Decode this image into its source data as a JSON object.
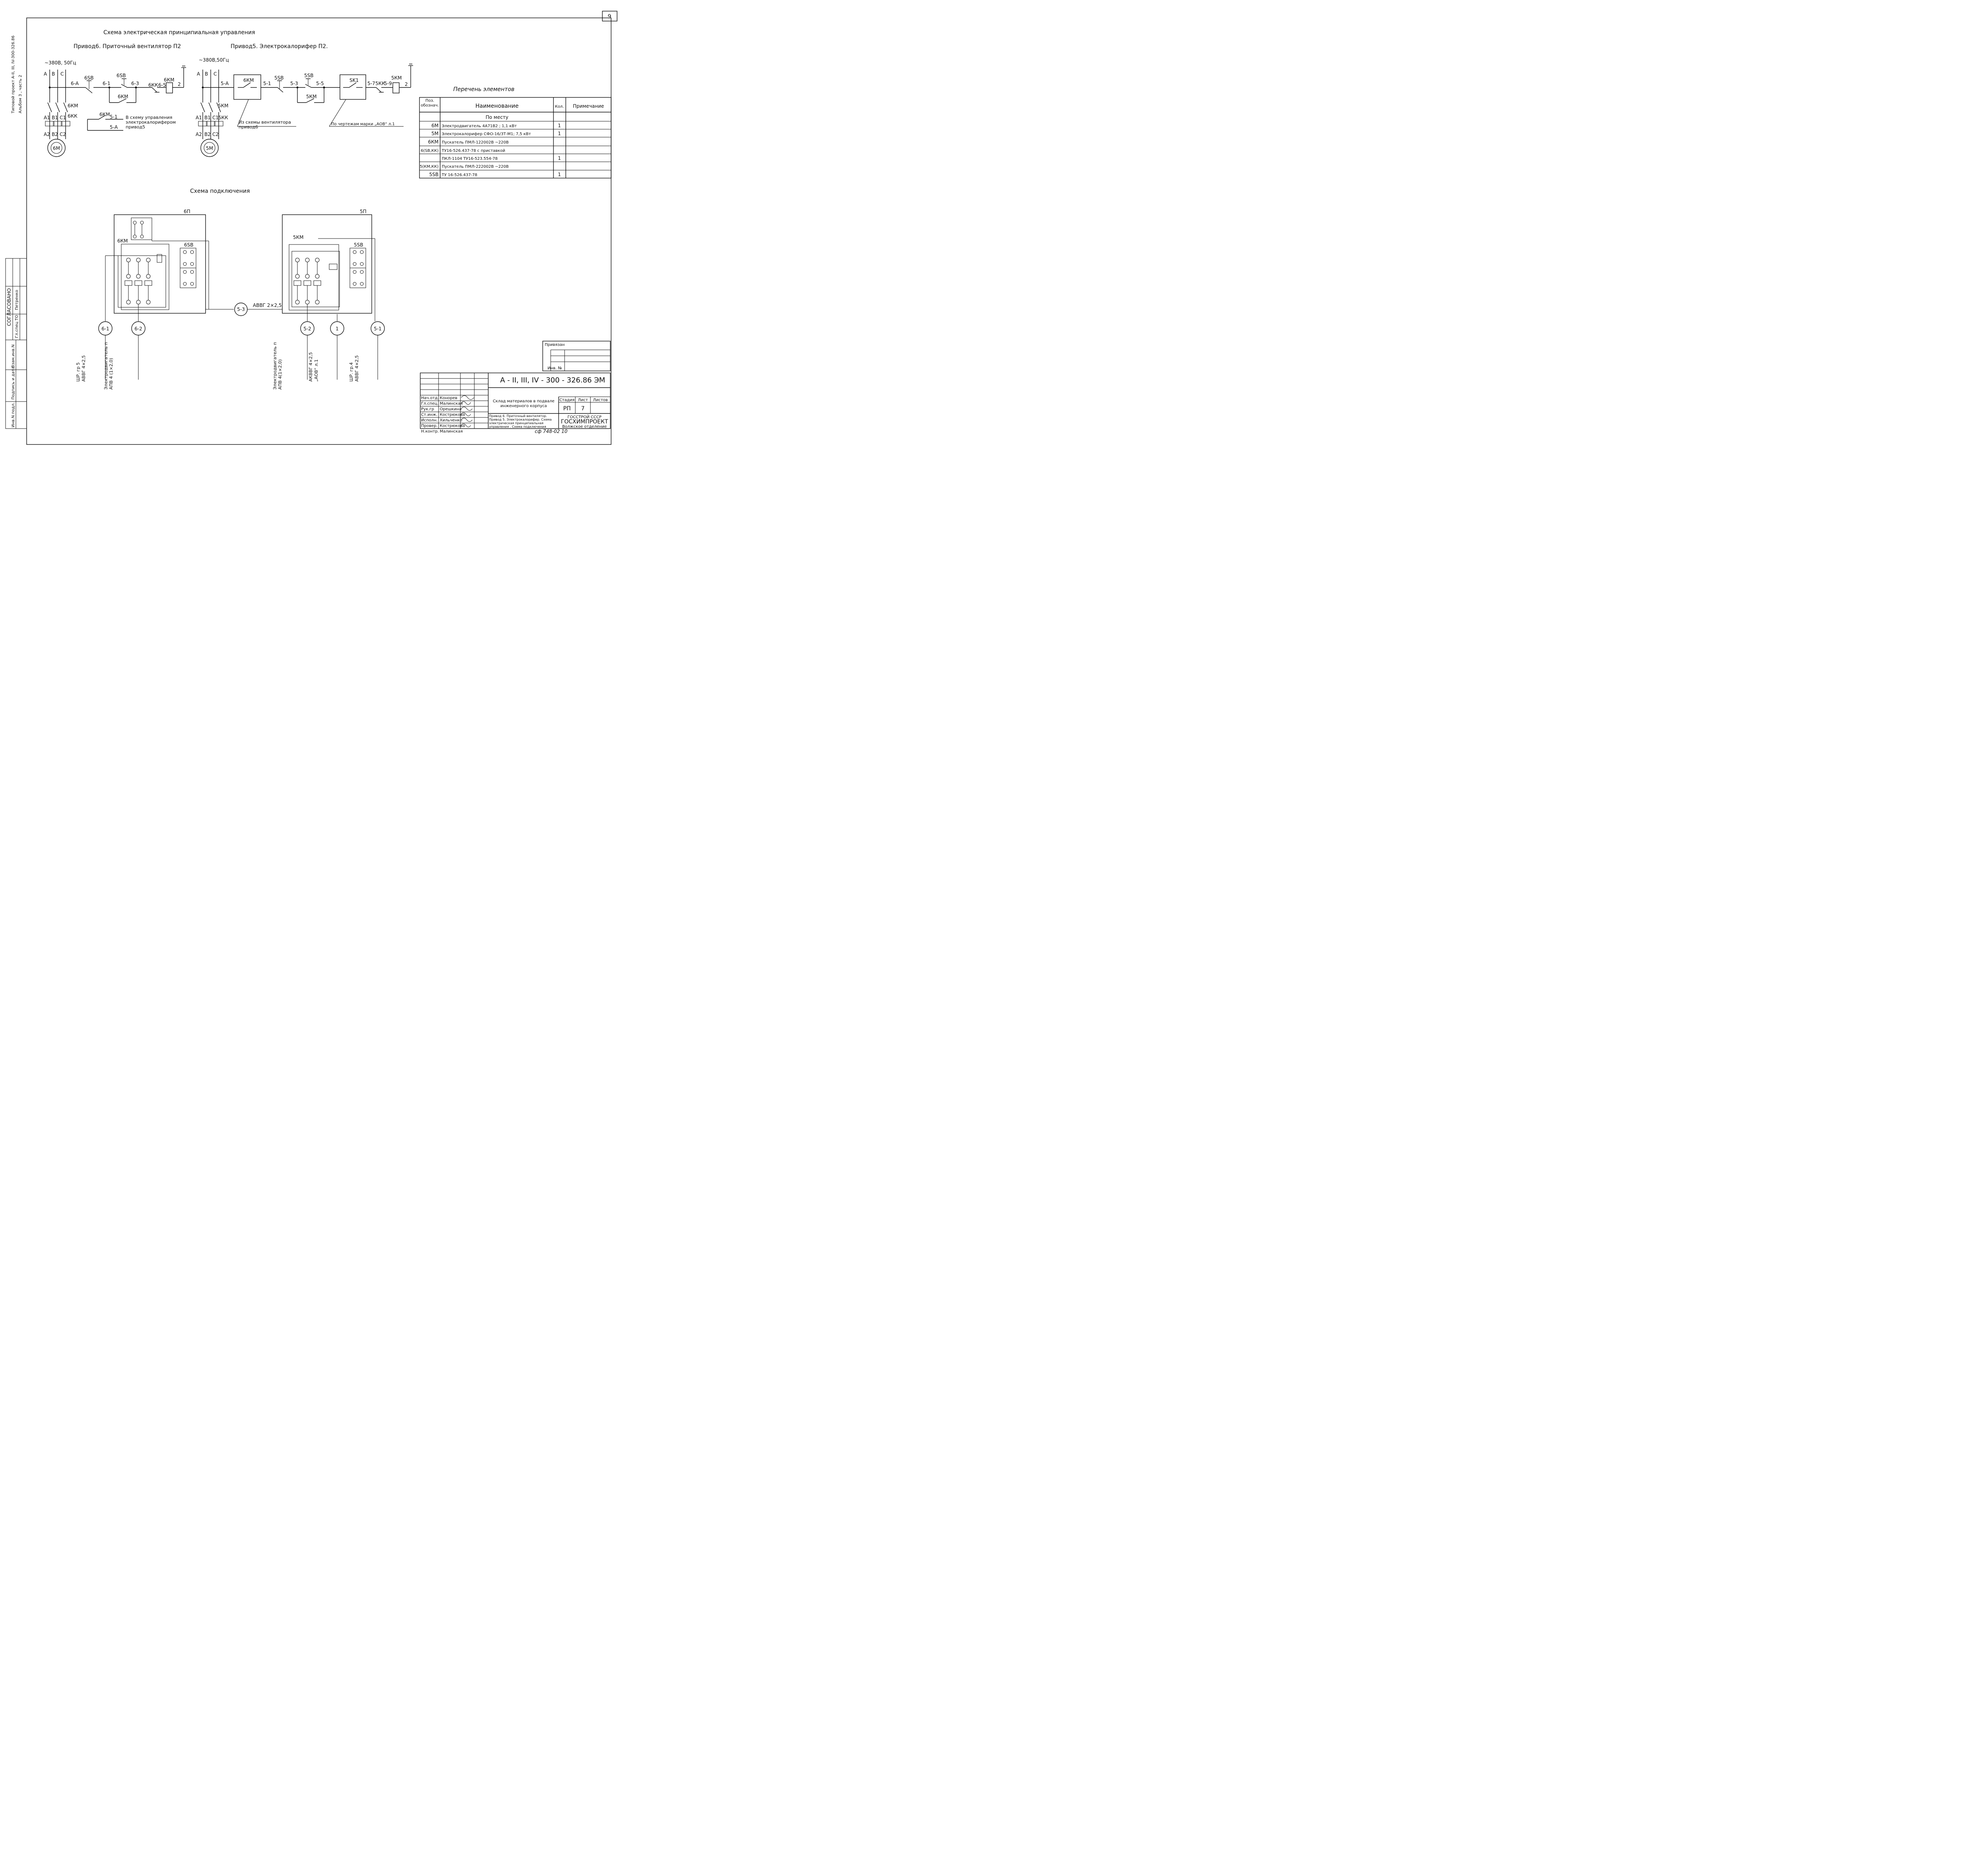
{
  "sheet_number": "9",
  "side_labels": {
    "project": "Типовой проект А-II, III, IV-300-326.86",
    "album": "Альбом 3 , часть 2"
  },
  "approval": {
    "title": "СОГЛАСОВАНО",
    "role": "Гл.спец ТО",
    "name": "Петренко"
  },
  "inv_labels": [
    "Инв.N подл.",
    "Подпись и дата",
    "Взам.инв.N"
  ],
  "schematic": {
    "title": "Схема   электрическая   принципиальная   управления",
    "drive6_title": "Привод6. Приточный вентилятор П2",
    "drive5_title": "Привод5. Электрокалорифер П2.",
    "supply6": "~380В, 50Гц",
    "supply5": "~380В,50Гц",
    "phases": [
      "A",
      "B",
      "C"
    ],
    "terminals_top": [
      "A1",
      "B1",
      "C1"
    ],
    "terminals_bottom": [
      "A2",
      "B2",
      "C2"
    ],
    "motor6": "6M",
    "motor5": "5M",
    "d6": {
      "node_6A": "6-A",
      "sb_6sb1": "6SB",
      "node_61": "6-1",
      "sb_6sb2": "6SB",
      "node_63": "6-3",
      "kk": "6КК",
      "node_65": "6-5",
      "coil": "6КМ",
      "node_2": "2",
      "hold": "6КМ",
      "km_contacts": "6КМ",
      "kk_contacts": "6КК",
      "ext_contact": "6КМ",
      "ext_51": "5-1",
      "ext_5A": "5-А",
      "note": "В схему управления электрокалорифером привод5"
    },
    "d5": {
      "node_5A": "5-А",
      "box_6km": "6КМ",
      "node_51": "5-1",
      "sb_5sb": "5SB",
      "node_53": "5-3",
      "sb_5sb2": "5SB",
      "node_55": "5-5",
      "hold": "5КМ",
      "box_sk1": "SK1",
      "node_57": "5-7",
      "kk": "5КК",
      "node_59": "5-9",
      "coil": "5КМ",
      "node_2": "2",
      "km_contacts": "5КМ",
      "kk_contacts": "5КК",
      "note1": "Из схемы вентилятора привод6",
      "note2": "По чертежам марки „АОВ“ л.1"
    }
  },
  "elements_table": {
    "title": "Перечень  элементов",
    "headers": [
      "Поз. обознач.",
      "Наименование",
      "Кол.",
      "Примечание"
    ],
    "rows": [
      {
        "pos": "",
        "name": "По  месту",
        "qty": "",
        "note": ""
      },
      {
        "pos": "6M",
        "name": "Электродвигатель 4А71В2 ; 1,1 кВт",
        "qty": "1",
        "note": ""
      },
      {
        "pos": "5M",
        "name": "Электрокалорифер  СФО-16/3Т-М1; 7,5 кВт",
        "qty": "1",
        "note": ""
      },
      {
        "pos": "6КМ",
        "name": "Пускатель ПМЛ-122002В    ~220В",
        "qty": "",
        "note": ""
      },
      {
        "pos": "6(SB,КК)",
        "name": "ТУ16-526.437-78    с приставкой",
        "qty": "",
        "note": ""
      },
      {
        "pos": "",
        "name": "ПКЛ-1104     ТУ16-523.554-78",
        "qty": "1",
        "note": ""
      },
      {
        "pos": "5(КМ,КК)",
        "name": "Пускатель ПМЛ-222002В     ~220В",
        "qty": "",
        "note": ""
      },
      {
        "pos": "5SB",
        "name": "ТУ 16-526.437-78",
        "qty": "1",
        "note": ""
      }
    ]
  },
  "connection": {
    "title": "Схема   подключения",
    "panel6": "6П",
    "panel5": "5П",
    "km6": "6КМ",
    "km5": "5КМ",
    "sb6": "6SB",
    "sb5": "5SB",
    "link_node": "5-3",
    "link_cable": "АВВГ 2×2,5",
    "bubbles": [
      {
        "id": "6-1",
        "cable": "ШР. гр 5\nАВВГ 4×2,5"
      },
      {
        "id": "6-2",
        "cable": "Электродвигатель привод6\nАПВ 4 (1×2,0)"
      },
      {
        "id": "5-2",
        "cable": "Электродвигатель привод 5\nАПВ 4(1×2,0)"
      },
      {
        "id": "1",
        "cable": "АКВВГ 4×2,5\n„АОВ“ л.1"
      },
      {
        "id": "5-1",
        "cable": "ШР. гр.4\nАВВГ 4×2,5"
      }
    ]
  },
  "title_block": {
    "binding": "Привязан",
    "inv": "Инв. №",
    "doc_code": "А - II, III, IV - 300 - 326.86   ЭМ",
    "object": "Склад материалов в подвале инженерного корпуса",
    "sheet_title": "Привод 6. Приточный вентилятор. Привод 5. Электрокалорифер. Схема электрическая принципиальная управления . Схема подключения",
    "stage_header": "Стадия",
    "sheet_header": "Лист",
    "sheets_header": "Листов",
    "stage": "РП",
    "sheet": "7",
    "sheets": "",
    "org1": "ГОССТРОЙ СССР",
    "org2": "ГОСХИМПРОЕКТ",
    "org3": "Волжское отделение",
    "footer": "сф 748-02  10",
    "signatures": [
      {
        "role": "Нач.отд.",
        "name": "Конорев"
      },
      {
        "role": "Гл.спец.",
        "name": "Малинская"
      },
      {
        "role": "Рук.гр",
        "name": "Орешкина"
      },
      {
        "role": "Ст.инж.",
        "name": "Кострюкова"
      },
      {
        "role": "Испoлн.",
        "name": "Хильченко"
      },
      {
        "role": "Провер.",
        "name": "Кострюкова"
      },
      {
        "role": "Н.контр.",
        "name": "Малинская"
      }
    ]
  }
}
